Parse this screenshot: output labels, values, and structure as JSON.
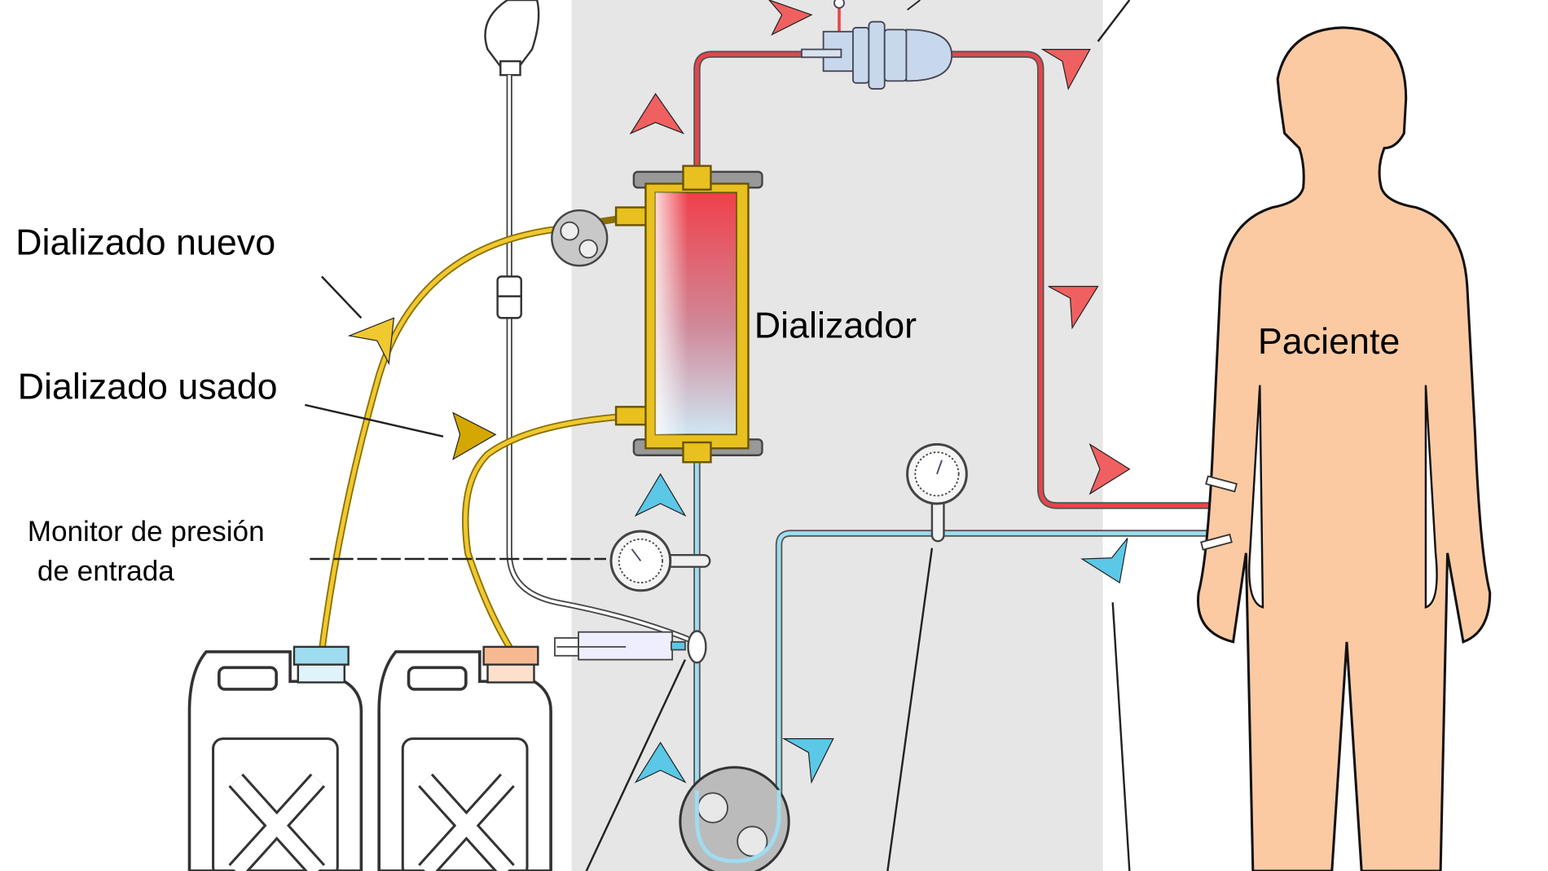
{
  "labels": {
    "fresh_dialysate": "Dializado nuevo",
    "used_dialysate": "Dializado usado",
    "inlet_pressure_line1": "Monitor de presión",
    "inlet_pressure_line2": "de entrada",
    "dialyzer": "Dializador",
    "patient": "Paciente"
  },
  "colors": {
    "machine_panel": "#e6e6e6",
    "arterial_blood": "#e8444a",
    "venous_blood": "#5bc8e8",
    "dialysate": "#e8c020",
    "skin": "#fbcaa3"
  }
}
